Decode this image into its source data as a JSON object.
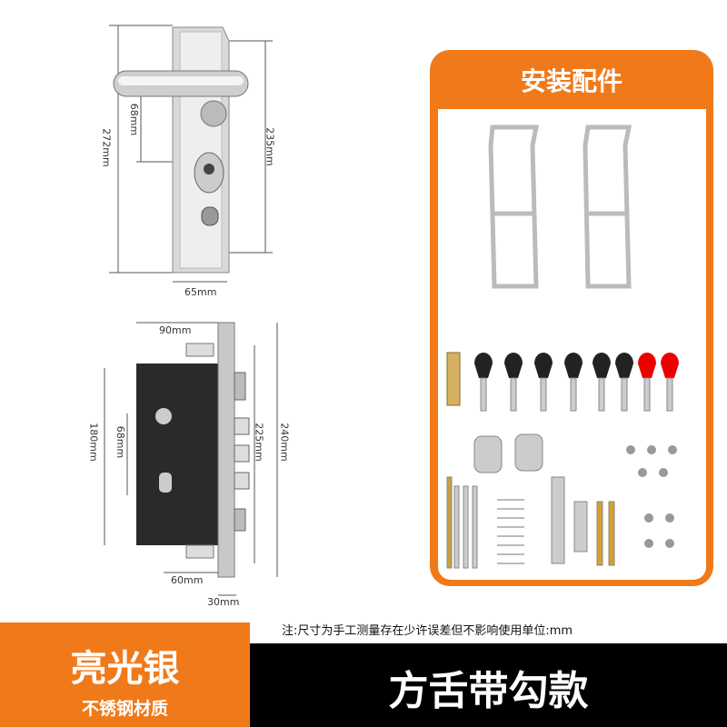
{
  "handle_dims": {
    "height_total": "272mm",
    "handle_offset": "68mm",
    "hole_span": "235mm",
    "width": "65mm"
  },
  "lock_dims": {
    "width": "90mm",
    "body_height": "180mm",
    "center_offset": "68mm",
    "plate_inner": "225mm",
    "plate_total": "240mm",
    "backset": "60mm",
    "faceplate_width": "30mm"
  },
  "accessories": {
    "title": "安装配件"
  },
  "note": "注:尺寸为手工测量存在少许误差但不影响使用单位:mm",
  "finish": {
    "name": "亮光银",
    "material": "不锈钢材质"
  },
  "model": "方舌带勾款",
  "colors": {
    "accent": "#f07a1a",
    "dark": "#000000"
  }
}
